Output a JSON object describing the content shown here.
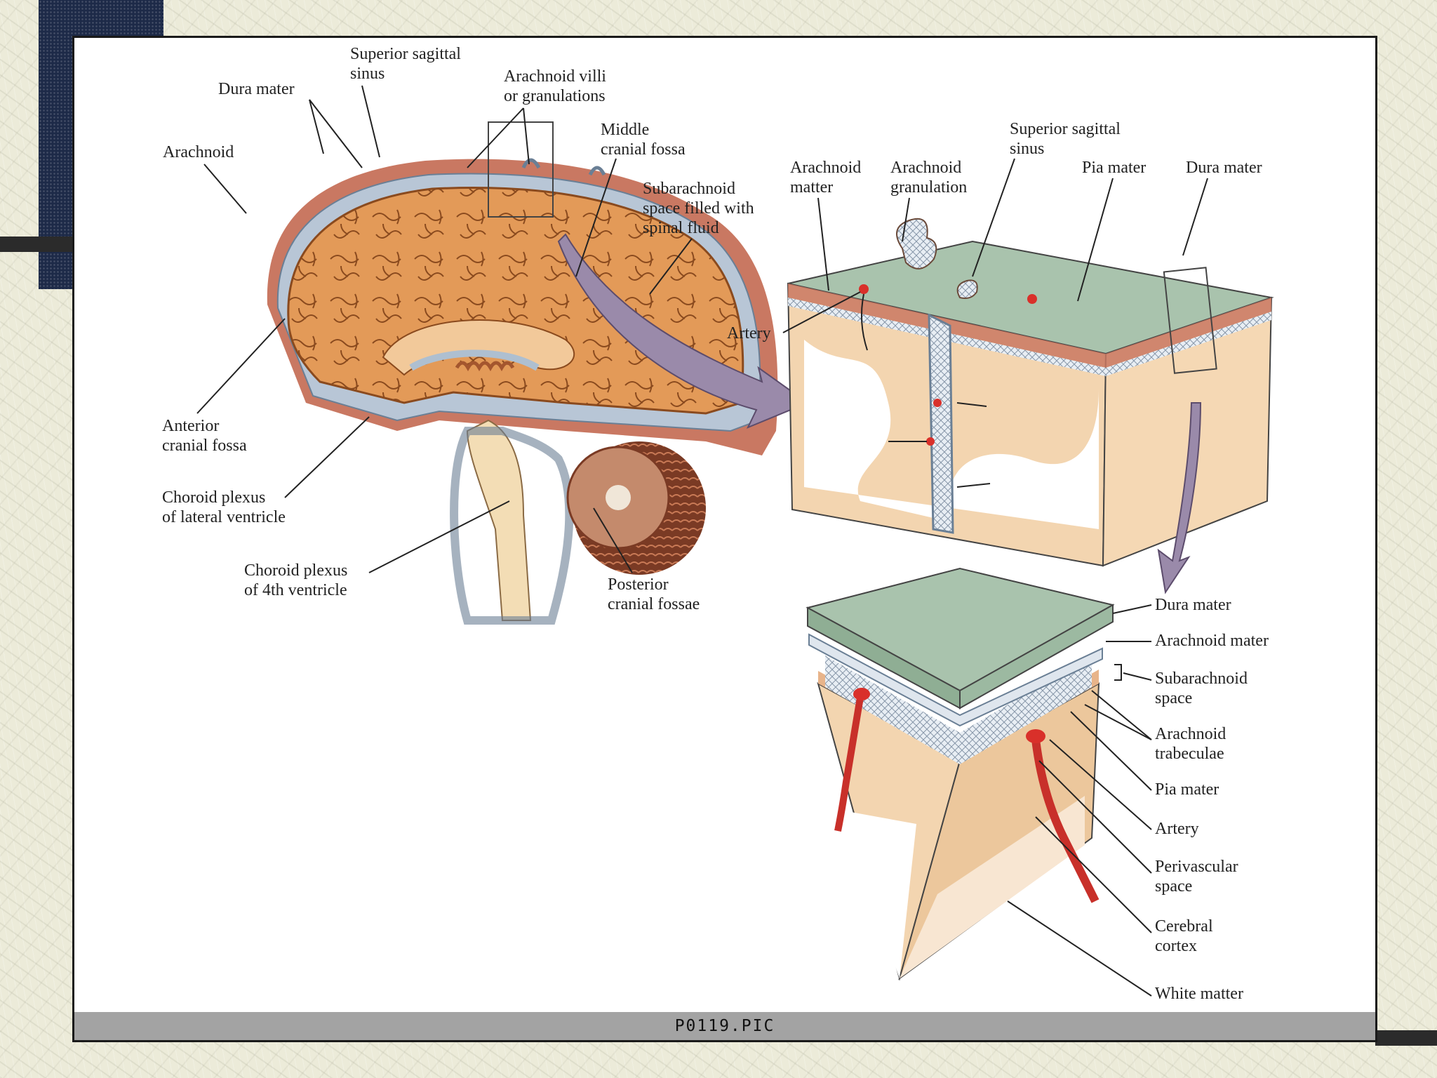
{
  "footer": {
    "code": "P0119.PIC"
  },
  "colors": {
    "navy": "#1d2a48",
    "frame_bg": "#ffffff",
    "dura": "#c97862",
    "brain": "#e09a5a",
    "csf": "#aebfd0",
    "membrane_green": "#a9c3ad",
    "artery": "#d9302a"
  },
  "labels": {
    "sss1": "Superior sagittal",
    "sss2": "sinus",
    "dura": "Dura mater",
    "villi1": "Arachnoid villi",
    "villi2": "or granulations",
    "arachnoid": "Arachnoid",
    "mcf1": "Middle",
    "mcf2": "cranial fossa",
    "sub1": "Subarachnoid",
    "sub2": "space filled with",
    "sub3": "spinal fluid",
    "acf1": "Anterior",
    "acf2": "cranial fossa",
    "cpl1": "Choroid plexus",
    "cpl2": "of lateral ventricle",
    "cp41": "Choroid plexus",
    "cp42": "of 4th ventricle",
    "pcf1": "Posterior",
    "pcf2": "cranial fossae",
    "tr_am1": "Arachnoid",
    "tr_am2": "matter",
    "tr_ag1": "Arachnoid",
    "tr_ag2": "granulation",
    "tr_sss1": "Superior sagittal",
    "tr_sss2": "sinus",
    "tr_pia": "Pia mater",
    "tr_dura": "Dura mater",
    "tr_artery": "Artery",
    "br_dura": "Dura mater",
    "br_arach": "Arachnoid mater",
    "br_sub1": "Subarachnoid",
    "br_sub2": "space",
    "br_trab1": "Arachnoid",
    "br_trab2": "trabeculae",
    "br_pia": "Pia mater",
    "br_artery": "Artery",
    "br_peri1": "Perivascular",
    "br_peri2": "space",
    "br_cortex1": "Cerebral",
    "br_cortex2": "cortex",
    "br_white": "White matter"
  }
}
